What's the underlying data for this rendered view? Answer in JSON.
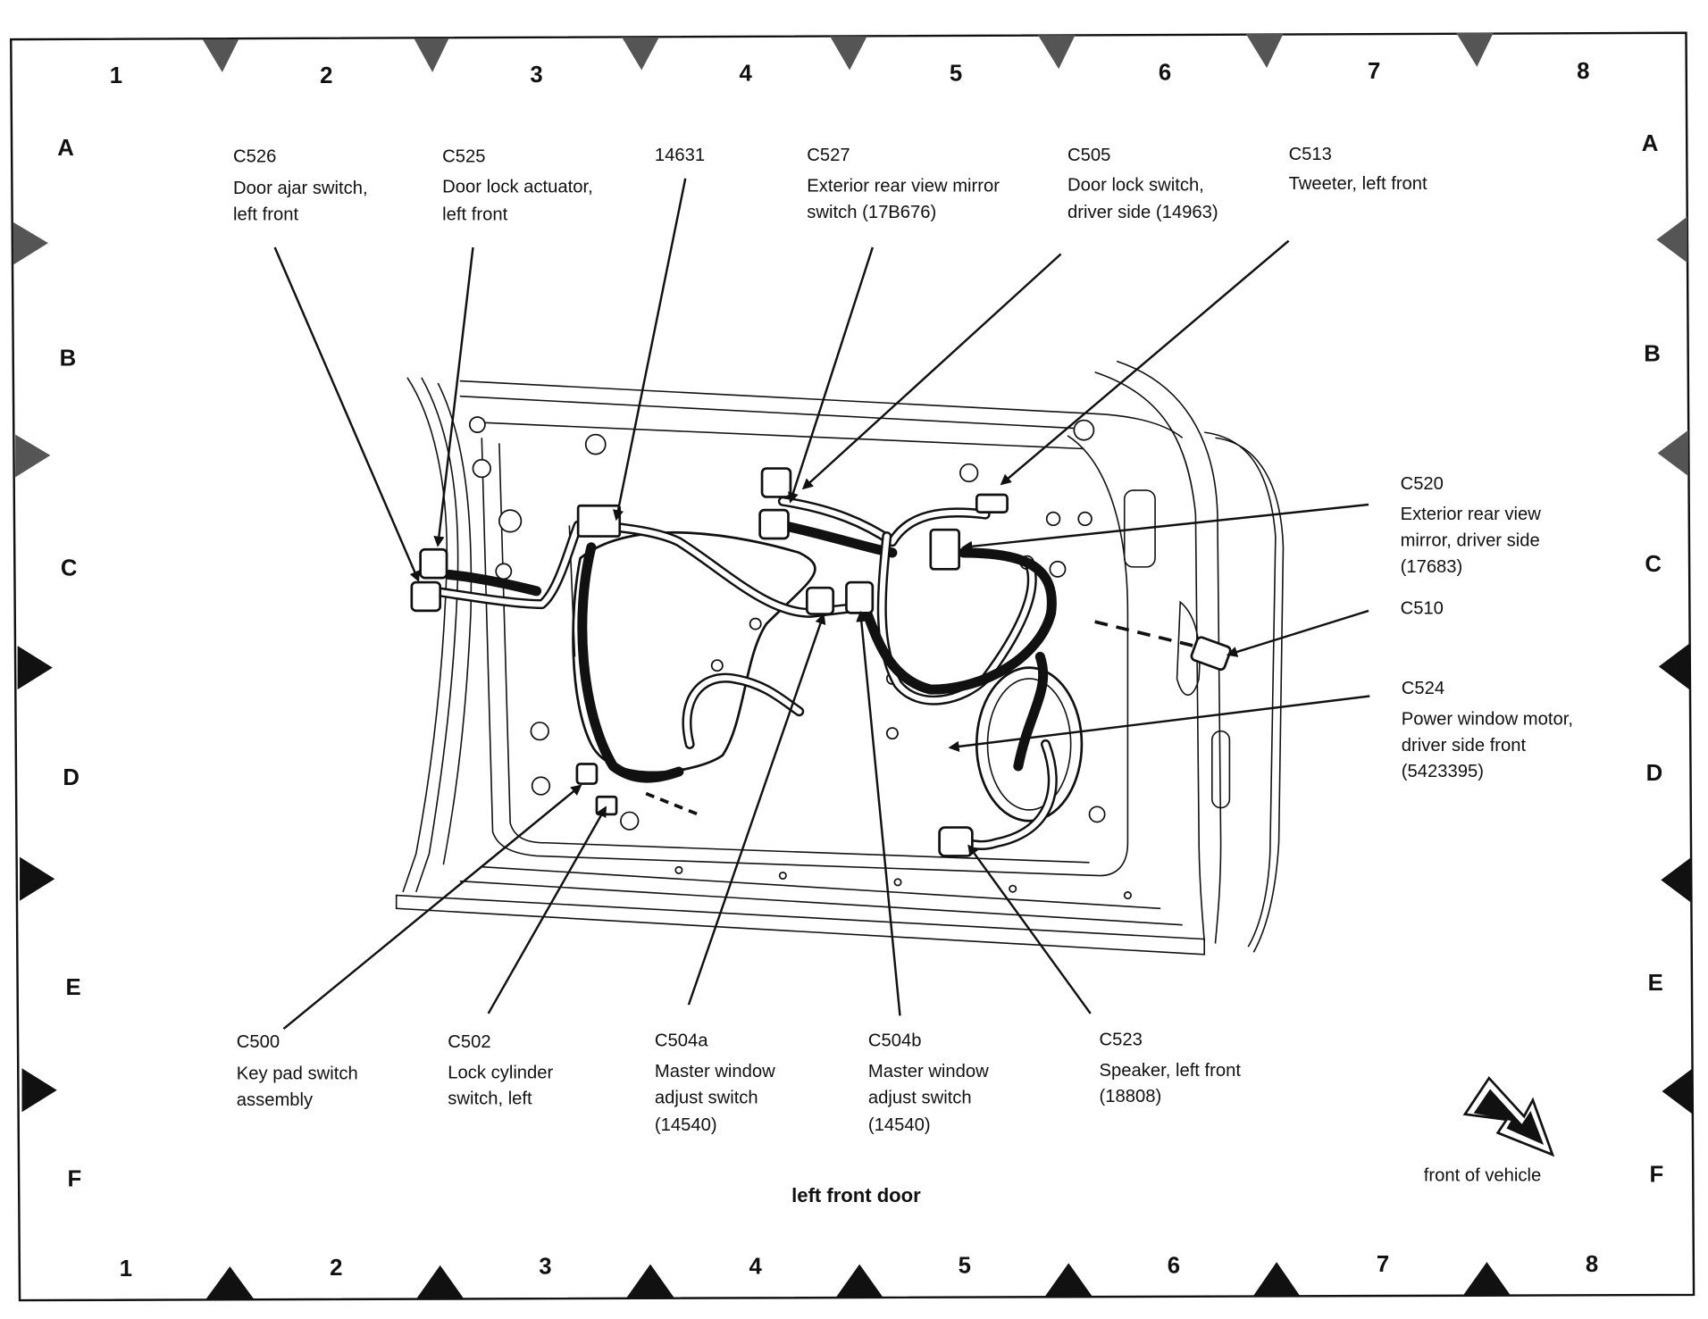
{
  "diagram": {
    "title": "left front door",
    "orientation_label": "front of vehicle",
    "grid": {
      "columns": [
        "1",
        "2",
        "3",
        "4",
        "5",
        "6",
        "7",
        "8"
      ],
      "rows": [
        "A",
        "B",
        "C",
        "D",
        "E",
        "F"
      ]
    },
    "callouts_top": [
      {
        "id": "C526",
        "lines": [
          "Door ajar switch,",
          "left front"
        ]
      },
      {
        "id": "C525",
        "lines": [
          "Door lock actuator,",
          "left front"
        ]
      },
      {
        "id": "14631",
        "lines": []
      },
      {
        "id": "C527",
        "lines": [
          "Exterior rear view mirror",
          "switch (17B676)"
        ]
      },
      {
        "id": "C505",
        "lines": [
          "Door lock switch,",
          "driver side (14963)"
        ]
      },
      {
        "id": "C513",
        "lines": [
          "Tweeter, left front"
        ]
      }
    ],
    "callouts_right": [
      {
        "id": "C520",
        "lines": [
          "Exterior rear view",
          "mirror, driver side",
          "(17683)"
        ]
      },
      {
        "id": "C510",
        "lines": []
      },
      {
        "id": "C524",
        "lines": [
          "Power window motor,",
          "driver side front",
          "(5423395)"
        ]
      }
    ],
    "callouts_bottom": [
      {
        "id": "C500",
        "lines": [
          "Key pad switch",
          "assembly"
        ]
      },
      {
        "id": "C502",
        "lines": [
          "Lock cylinder",
          "switch, left"
        ]
      },
      {
        "id": "C504a",
        "lines": [
          "Master window",
          "adjust switch",
          "(14540)"
        ]
      },
      {
        "id": "C504b",
        "lines": [
          "Master window",
          "adjust switch",
          "(14540)"
        ]
      },
      {
        "id": "C523",
        "lines": [
          "Speaker, left front",
          "(18808)"
        ]
      }
    ]
  }
}
